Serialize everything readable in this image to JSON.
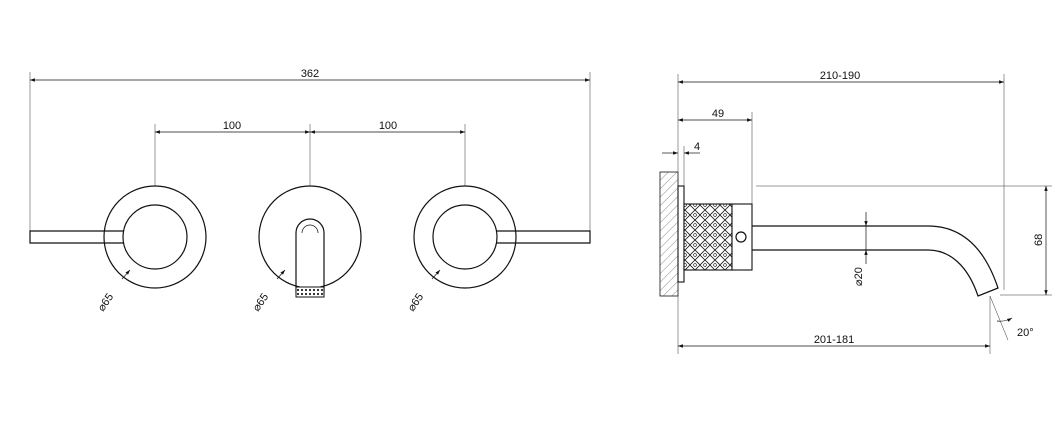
{
  "colors": {
    "line": "#111111",
    "background": "#ffffff"
  },
  "front_view": {
    "overall_width": "362",
    "spacing_left": "100",
    "spacing_right": "100",
    "diameter_left": "65",
    "diameter_center": "65",
    "diameter_right": "65"
  },
  "side_view": {
    "projection": "210-190",
    "body_length": "49",
    "plate_thickness": "4",
    "height": "68",
    "spout_diameter": "20",
    "spout_reach": "201-181",
    "angle": "20°"
  }
}
